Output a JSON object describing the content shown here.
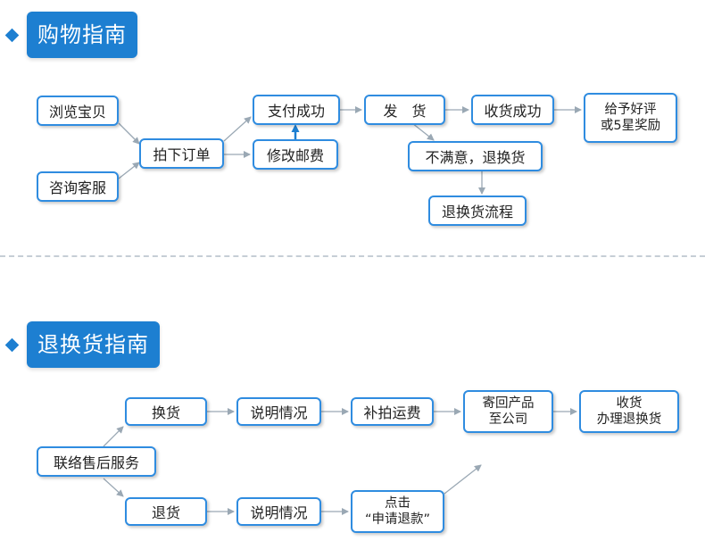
{
  "section1": {
    "title": "购物指南",
    "nodes": {
      "browse": "浏览宝贝",
      "consult": "咨询客服",
      "order": "拍下订单",
      "pay": "支付成功",
      "modify": "修改邮费",
      "ship": "发　货",
      "receive": "收货成功",
      "rate_line1": "给予好评",
      "rate_line2": "或5星奖励",
      "unsatisfied": "不满意，退换货",
      "return_flow": "退换货流程"
    }
  },
  "section2": {
    "title": "退换货指南",
    "nodes": {
      "contact": "联络售后服务",
      "exchange": "换货",
      "explain1": "说明情况",
      "pay_shipping": "补拍运费",
      "send_back_line1": "寄回产品",
      "send_back_line2": "至公司",
      "receive_line1": "收货",
      "receive_line2": "办理退换货",
      "refund": "退货",
      "explain2": "说明情况",
      "click_line1": "点击",
      "click_line2": "“申请退款”"
    }
  },
  "colors": {
    "accent": "#1d7fd1",
    "node_border": "#2f8ce0",
    "arrow": "#9aa8b4",
    "divider": "#c6ced6"
  }
}
